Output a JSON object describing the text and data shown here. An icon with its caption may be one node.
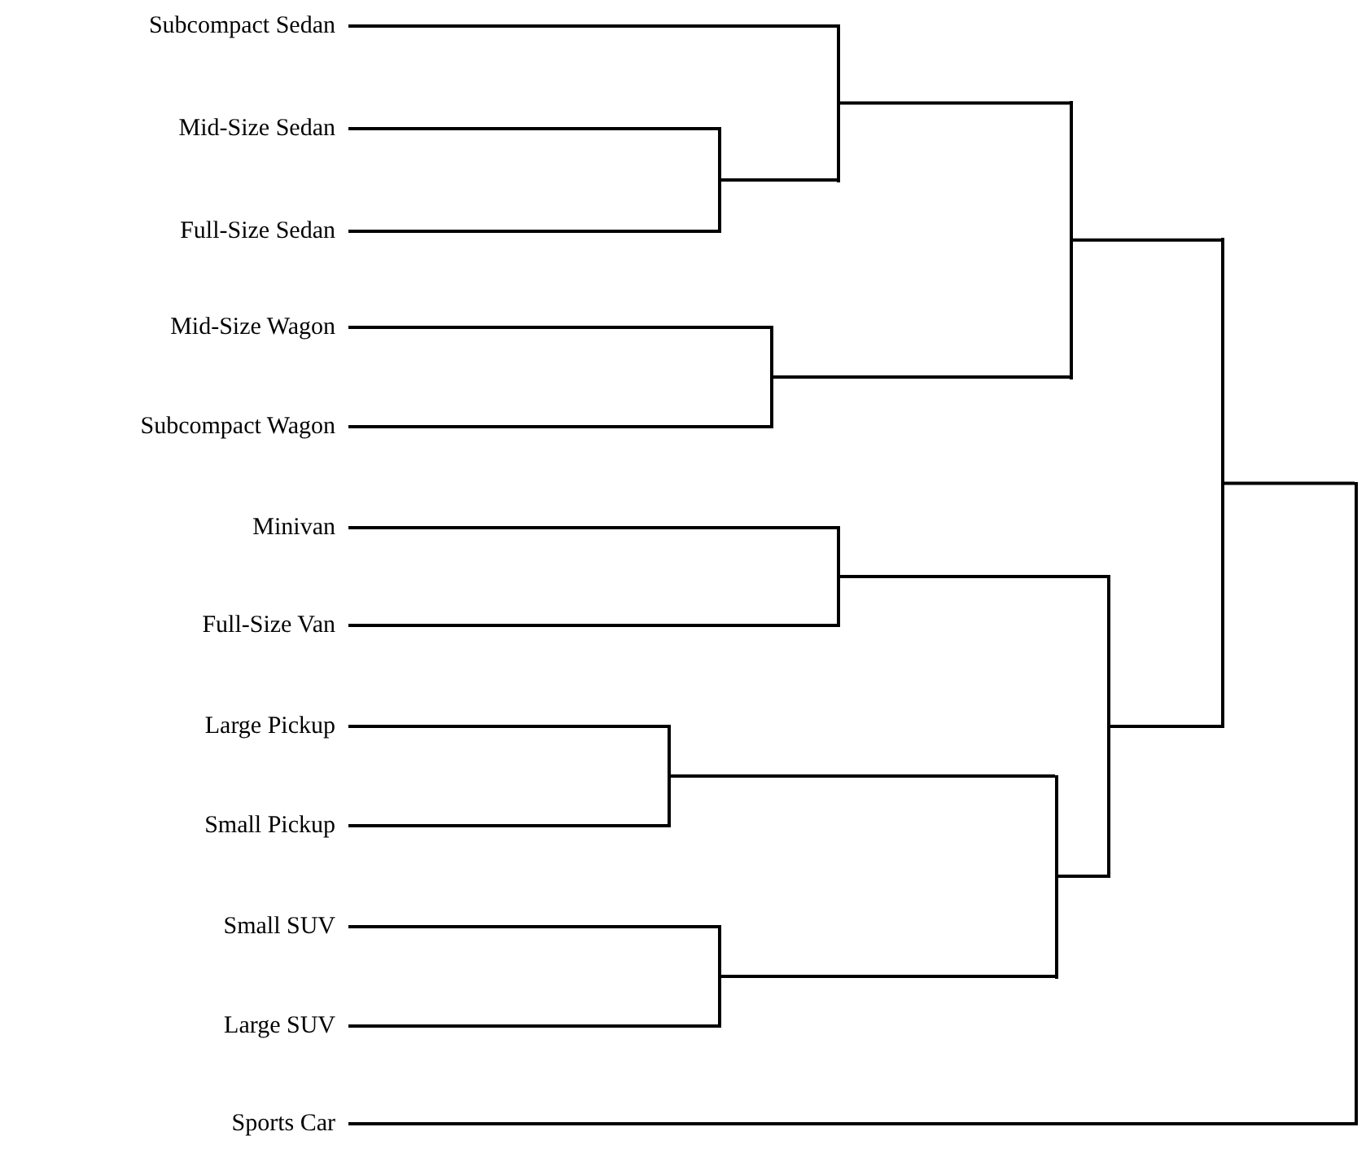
{
  "diagram": {
    "nodes": [
      {
        "text": [
          "Subcompact Sedan"
        ]
      },
      {
        "text": [
          "Mid-Size Sedan"
        ]
      },
      {
        "text": [
          "Full-Size Sedan"
        ]
      },
      {
        "text": [
          "Mid-Size Wagon"
        ]
      },
      {
        "text": [
          "Subcompact Wagon"
        ]
      },
      {
        "text": [
          "Minivan"
        ]
      },
      {
        "text": [
          "Full-Size Van"
        ]
      },
      {
        "text": [
          "Large Pickup"
        ]
      },
      {
        "text": [
          "Small Pickup"
        ]
      },
      {
        "text": [
          "Small SUV"
        ]
      },
      {
        "text": [
          "Large SUV"
        ]
      },
      {
        "text": [
          "Sports Car"
        ]
      },
      {
        "text": [],
        "shape": "bar"
      },
      {
        "text": [],
        "shape": "bar"
      },
      {
        "text": [],
        "shape": "bar"
      },
      {
        "text": [],
        "shape": "bar"
      },
      {
        "text": [],
        "shape": "bar"
      },
      {
        "text": [],
        "shape": "bar"
      },
      {
        "text": [],
        "shape": "bar"
      },
      {
        "text": [],
        "shape": "bar"
      },
      {
        "text": [],
        "shape": "bar"
      },
      {
        "text": [],
        "shape": "bar"
      },
      {
        "text": [],
        "shape": "bar"
      }
    ],
    "edges": [
      {
        "from": 1,
        "to": 12,
        "arrow": "none"
      },
      {
        "from": 2,
        "to": 12,
        "arrow": "none"
      },
      {
        "from": 0,
        "to": 13,
        "arrow": "none"
      },
      {
        "from": 12,
        "to": 13,
        "arrow": "none"
      },
      {
        "from": 3,
        "to": 14,
        "arrow": "none"
      },
      {
        "from": 4,
        "to": 14,
        "arrow": "none"
      },
      {
        "from": 13,
        "to": 15,
        "arrow": "none"
      },
      {
        "from": 14,
        "to": 15,
        "arrow": "none"
      },
      {
        "from": 5,
        "to": 16,
        "arrow": "none"
      },
      {
        "from": 6,
        "to": 16,
        "arrow": "none"
      },
      {
        "from": 7,
        "to": 17,
        "arrow": "none"
      },
      {
        "from": 8,
        "to": 17,
        "arrow": "none"
      },
      {
        "from": 9,
        "to": 18,
        "arrow": "none"
      },
      {
        "from": 10,
        "to": 18,
        "arrow": "none"
      },
      {
        "from": 17,
        "to": 19,
        "arrow": "none"
      },
      {
        "from": 18,
        "to": 19,
        "arrow": "none"
      },
      {
        "from": 16,
        "to": 20,
        "arrow": "none"
      },
      {
        "from": 19,
        "to": 20,
        "arrow": "none"
      },
      {
        "from": 15,
        "to": 21,
        "arrow": "none"
      },
      {
        "from": 20,
        "to": 21,
        "arrow": "none"
      },
      {
        "from": 21,
        "to": 22,
        "arrow": "none"
      },
      {
        "from": 11,
        "to": 22,
        "arrow": "none"
      }
    ]
  }
}
